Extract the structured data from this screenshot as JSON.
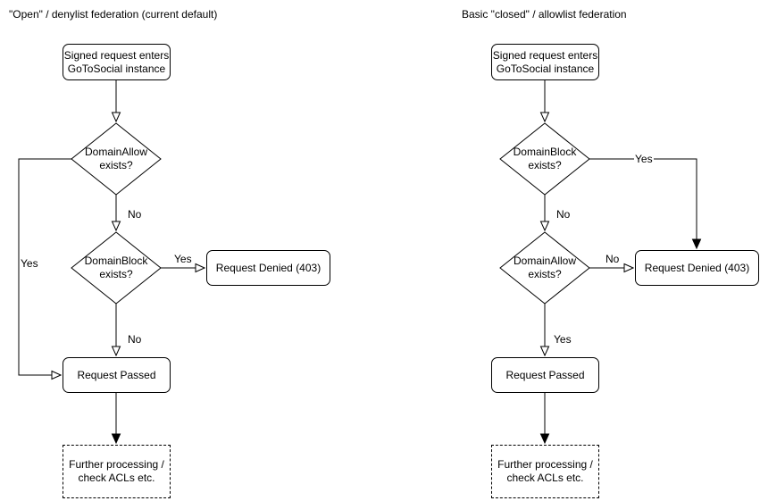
{
  "colors": {
    "stroke": "#000000",
    "text": "#000000",
    "background": "#ffffff"
  },
  "left_chart": {
    "title": "\"Open\" / denylist federation (current default)",
    "nodes": {
      "start": "Signed request enters\nGoToSocial instance",
      "decision_allow": "DomainAllow\nexists?",
      "decision_block": "DomainBlock\nexists?",
      "denied": "Request Denied (403)",
      "passed": "Request Passed",
      "further": "Further processing /\ncheck ACLs etc."
    },
    "edge_labels": {
      "allow_no": "No",
      "allow_yes": "Yes",
      "block_yes": "Yes",
      "block_no": "No"
    }
  },
  "right_chart": {
    "title": "Basic \"closed\" / allowlist federation",
    "nodes": {
      "start": "Signed request enters\nGoToSocial instance",
      "decision_block": "DomainBlock\nexists?",
      "decision_allow": "DomainAllow\nexists?",
      "denied": "Request Denied (403)",
      "passed": "Request Passed",
      "further": "Further processing /\ncheck ACLs etc."
    },
    "edge_labels": {
      "block_yes": "Yes",
      "block_no": "No",
      "allow_no": "No",
      "allow_yes": "Yes"
    }
  }
}
